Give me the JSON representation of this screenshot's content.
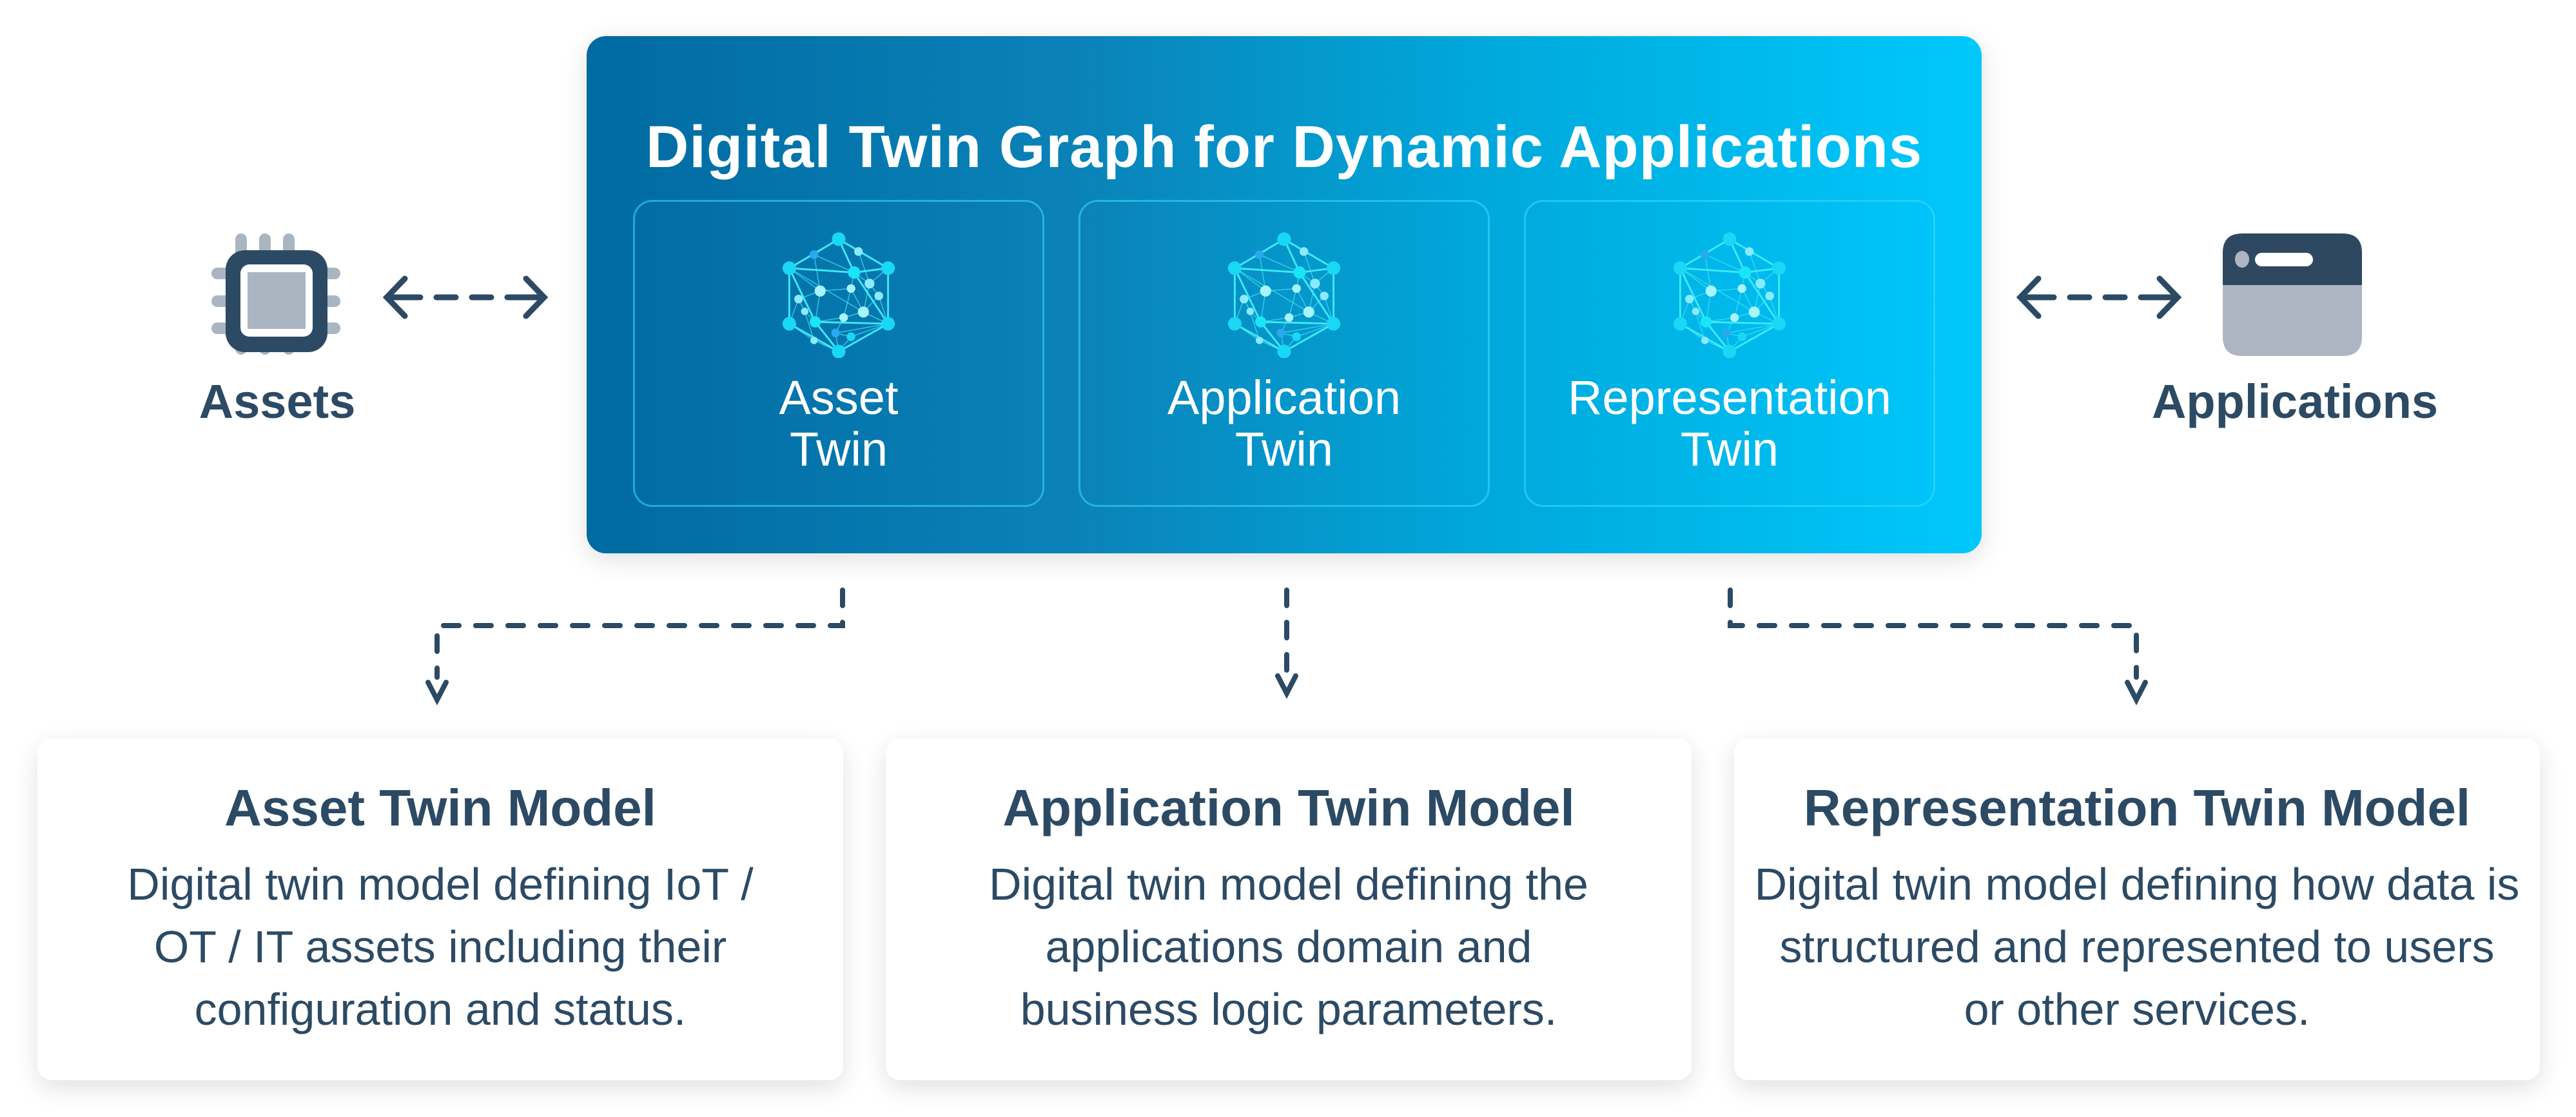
{
  "graph": {
    "title": "Digital Twin Graph for Dynamic Applications",
    "twins": [
      {
        "line1": "Asset",
        "line2": "Twin",
        "icon": "network-graph-icon"
      },
      {
        "line1": "Application",
        "line2": "Twin",
        "icon": "network-graph-icon"
      },
      {
        "line1": "Representation",
        "line2": "Twin",
        "icon": "network-graph-icon"
      }
    ],
    "gradient": {
      "start": "#006aa1",
      "end": "#00c8fb"
    }
  },
  "left_node": {
    "label": "Assets",
    "icon": "chip-icon"
  },
  "right_node": {
    "label": "Applications",
    "icon": "app-window-icon"
  },
  "models": [
    {
      "title": "Asset Twin Model",
      "description": "Digital twin model defining IoT / OT / IT assets including their configuration and status."
    },
    {
      "title": "Application Twin Model",
      "description": "Digital twin model defining the applications domain and business logic parameters."
    },
    {
      "title": "Representation Twin Model",
      "description": "Digital twin model defining how data is structured and represented to users or other services."
    }
  ],
  "colors": {
    "text_dark": "#2c4a64",
    "icon_gray": "#a9b6c2",
    "accent_cyan": "#00e5ff"
  }
}
